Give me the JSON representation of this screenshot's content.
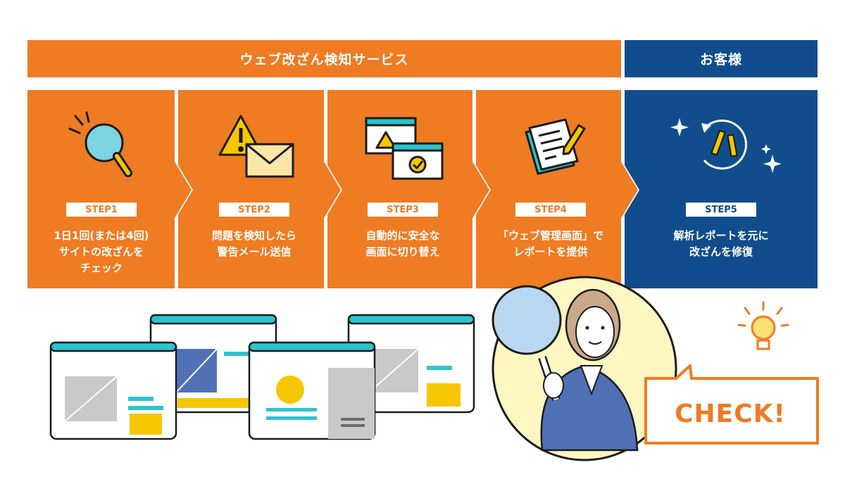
{
  "header": {
    "service_title": "ウェブ改ざん検知サービス",
    "client_title": "お客様"
  },
  "steps": [
    {
      "label": "STEP1",
      "text": "1日1回(または4回)\nサイトの改ざんを\nチェック",
      "icon": "magnifier-icon"
    },
    {
      "label": "STEP2",
      "text": "問題を検知したら\n警告メール送信",
      "icon": "warning-mail-icon"
    },
    {
      "label": "STEP3",
      "text": "自動的に安全な\n画面に切り替え",
      "icon": "safe-screen-switch-icon"
    },
    {
      "label": "STEP4",
      "text": "「ウェブ管理画面」で\nレポートを提供",
      "icon": "report-document-icon"
    },
    {
      "label": "STEP5",
      "text": "解析レポートを元に\n改ざんを修復",
      "icon": "repair-tools-icon"
    }
  ],
  "bubble": {
    "text": "CHECK!"
  },
  "colors": {
    "orange": "#EF7B22",
    "navy": "#114D8C",
    "cyan": "#2BC4CF",
    "yellow": "#F6C700"
  }
}
